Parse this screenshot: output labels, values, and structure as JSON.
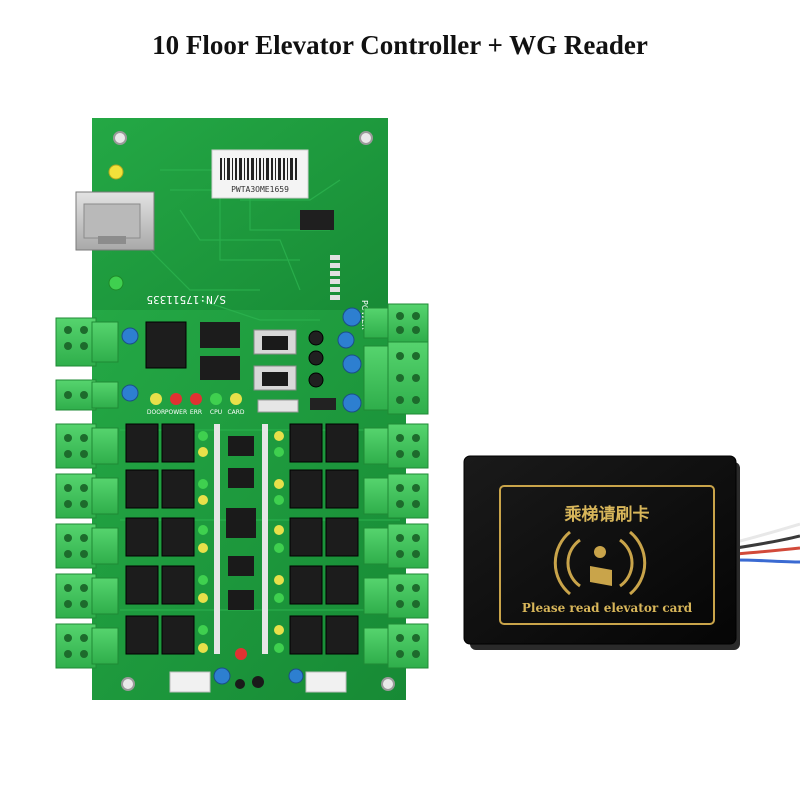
{
  "page": {
    "title": "10 Floor Elevator Controller + WG Reader"
  },
  "board": {
    "serial_label": "S/N:17511335",
    "barcode_text": "PWTA3OME1659",
    "power_label": "POWER",
    "led_labels": [
      "DOOR",
      "POWER",
      "ERR",
      "CPU",
      "CARD"
    ],
    "colors": {
      "pcb": "#1e9a3c",
      "pcb_dark": "#137a2c",
      "terminal": "#3ec65a",
      "relay": "#1c1c1c",
      "capacitor": "#2d7fd0"
    }
  },
  "reader": {
    "chinese_label": "乘梯请刷卡",
    "english_label": "Please read elevator card",
    "colors": {
      "body": "#0d0d0d",
      "border": "#c9a44a",
      "text": "#d8b65a"
    }
  }
}
